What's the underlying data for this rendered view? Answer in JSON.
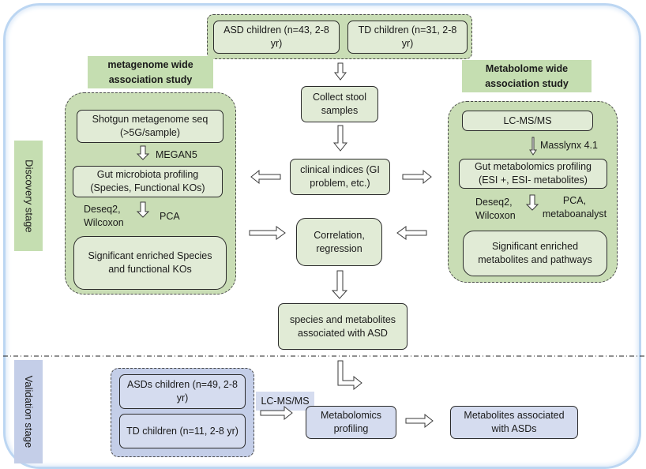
{
  "stages": {
    "discovery": "Discovery stage",
    "validation": "Validation stage"
  },
  "top": {
    "asd_children": "ASD children (n=43, 2-8 yr)",
    "td_children": "TD children (n=31, 2-8 yr)"
  },
  "left": {
    "title": "metagenome wide association study",
    "shotgun": "Shotgun metagenome seq (>5G/sample)",
    "megan": "MEGAN5",
    "profiling": "Gut microbiota profiling (Species, Functional KOs)",
    "deseq": "Deseq2, Wilcoxon",
    "pca": "PCA",
    "enriched": "Significant enriched Species and functional KOs"
  },
  "center": {
    "collect": "Collect stool samples",
    "clinical": "clinical indices (GI problem, etc.)",
    "correlation": "Correlation, regression",
    "associated": "species and metabolites associated with ASD"
  },
  "right": {
    "title": "Metabolome wide association study",
    "lcms": "LC-MS/MS",
    "masslynx": "Masslynx 4.1",
    "profiling": "Gut metabolomics profiling (ESI +, ESI- metabolites)",
    "deseq": "Deseq2, Wilcoxon",
    "pca": "PCA, metaboanalyst",
    "enriched": "Significant enriched metabolites and pathways"
  },
  "validation": {
    "asds_children": "ASDs children (n=49, 2-8 yr)",
    "td_children": "TD children (n=11, 2-8 yr)",
    "lcms": "LC-MS/MS",
    "metabolomics": "Metabolomics profiling",
    "metabolites": "Metabolites associated with ASDs"
  },
  "colors": {
    "green_fill": "#c9ddb5",
    "green_box": "#e1ebd6",
    "blue_fill": "#c4cee8",
    "blue_box": "#d5dcef",
    "frame": "#bcd6f2"
  }
}
